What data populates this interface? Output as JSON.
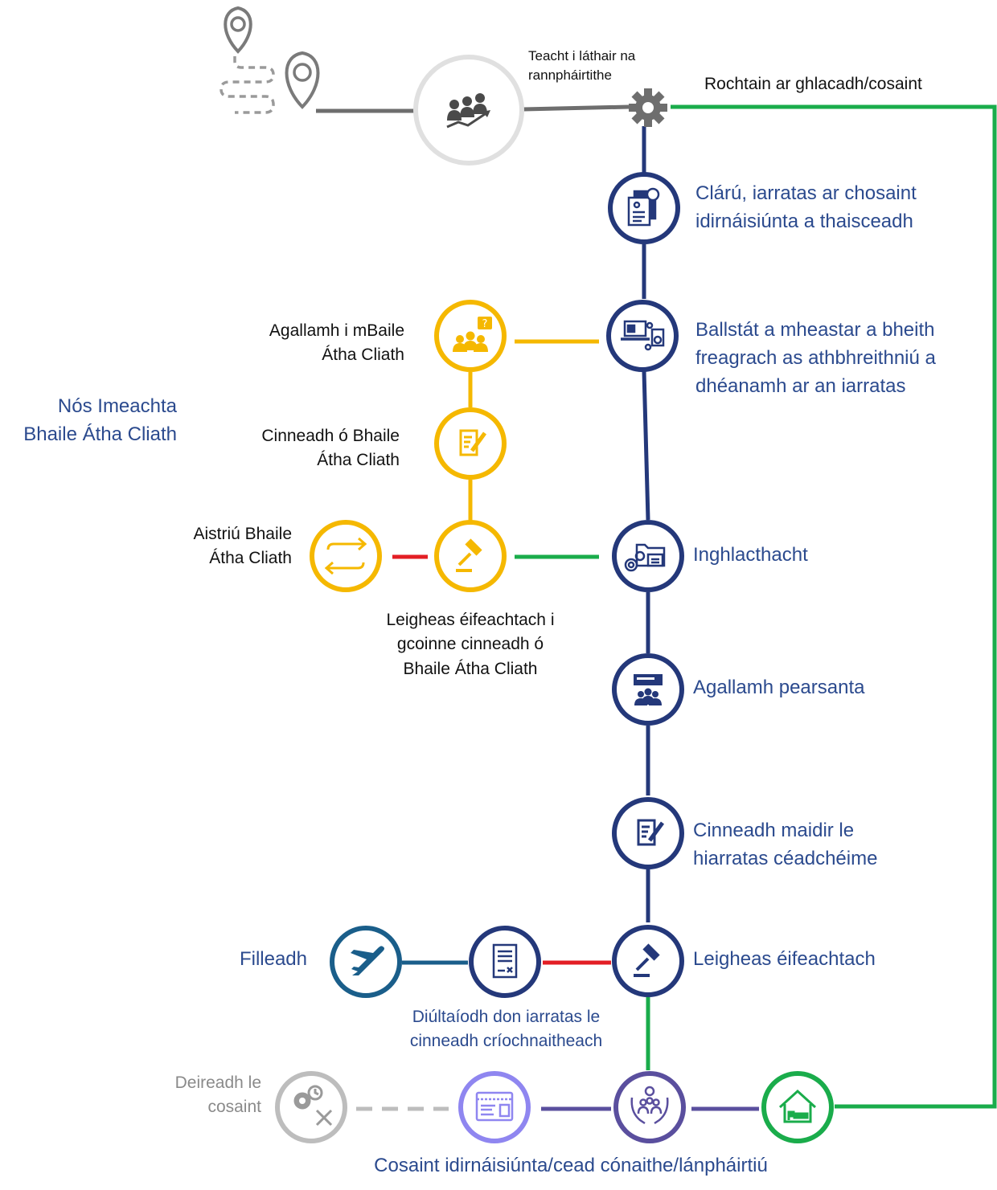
{
  "labels": {
    "arrival": "Teacht i láthair na rannpháirtithe",
    "access": "Rochtain ar ghlacadh/cosaint",
    "registration": "Clárú, iarratas ar chosaint idirnáisiúnta a thaisceadh",
    "member_state": "Ballstát a mheastar a bheith freagrach as athbhreithniú a dhéanamh ar an iarratas",
    "dublin_procedure": "Nós Imeachta Bhaile Átha Cliath",
    "dublin_interview": "Agallamh i mBaile Átha Cliath",
    "dublin_decision": "Cinneadh ó Bhaile Átha Cliath",
    "dublin_transfer": "Aistriú Bhaile Átha Cliath",
    "dublin_remedy": "Leigheas éifeachtach i gcoinne cinneadh ó Bhaile Átha Cliath",
    "admissibility": "Inghlacthacht",
    "personal_interview": "Agallamh pearsanta",
    "first_instance_decision": "Cinneadh maidir le hiarratas céadchéime",
    "effective_remedy": "Leigheas éifeachtach",
    "return": "Filleadh",
    "rejected": "Diúltaíodh don iarratas le cinneadh críochnaitheach",
    "end_protection": "Deireadh le cosaint",
    "protection_outcome": "Cosaint idirnáisiúnta/cead cónaithe/lánpháirtiú"
  },
  "colors": {
    "main_blue": "#24387a",
    "text_blue": "#2b4a8e",
    "dublin_yellow": "#f5b800",
    "green": "#1aac4b",
    "red": "#e31e24",
    "return_blue": "#1a5e8a",
    "purple": "#5a4f9e",
    "light_purple": "#8f86f0",
    "grey": "#6e6e6e",
    "light_grey": "#bdbdbd"
  },
  "icons": {
    "start": "map-pin-route-icon",
    "arrival": "group-growth-icon",
    "access": "gear-icon",
    "registration": "document-fingerprint-icon",
    "member_state": "laptop-documents-icon",
    "dublin_interview": "interview-question-icon",
    "dublin_decision": "document-edit-icon",
    "dublin_remedy": "gavel-icon",
    "dublin_transfer": "transfer-arrows-icon",
    "admissibility": "folder-gear-icon",
    "personal_interview": "presentation-group-icon",
    "first_instance_decision": "document-edit-icon",
    "effective_remedy": "gavel-icon",
    "rejected": "document-rejected-icon",
    "return": "airplane-icon",
    "protection": "hands-people-icon",
    "residence_card": "id-card-icon",
    "end_protection": "gear-clock-cross-icon",
    "housing": "house-bed-icon"
  }
}
